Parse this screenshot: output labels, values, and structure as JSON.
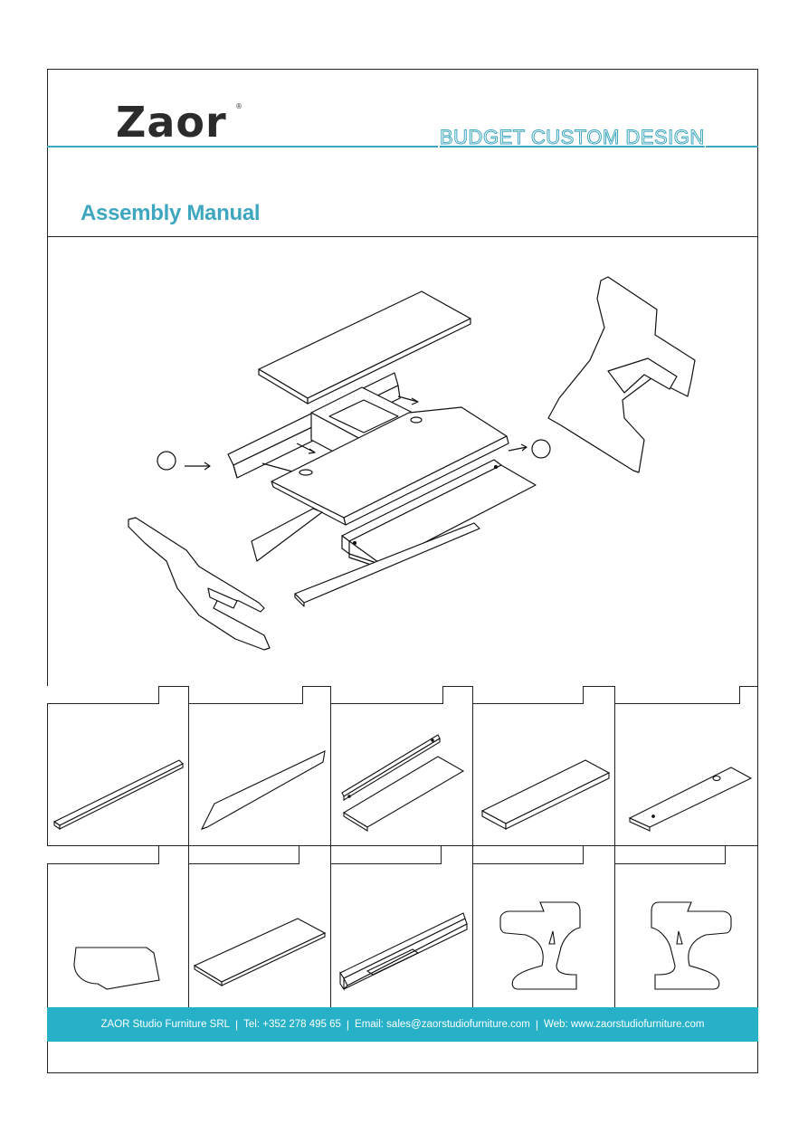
{
  "header": {
    "logo_text": "Zaor",
    "logo_mark": "®",
    "tagline": "BUDGET CUSTOM DESIGN",
    "title": "Assembly Manual"
  },
  "diagram": {
    "callouts": [
      "",
      ""
    ]
  },
  "parts": [
    {
      "label": ""
    },
    {
      "label": ""
    },
    {
      "label": ""
    },
    {
      "label": ""
    },
    {
      "label": ""
    },
    {
      "label": ""
    },
    {
      "label": ""
    },
    {
      "label": ""
    },
    {
      "label": ""
    },
    {
      "label": ""
    }
  ],
  "footer": {
    "company": "ZAOR Studio Furniture SRL",
    "tel": "Tel: +352 278 495 65",
    "email": "Email: sales@zaorstudiofurniture.com",
    "web": "Web: www.zaorstudiofurniture.com"
  },
  "colors": {
    "accent": "#3ea7bf",
    "footer_bg": "#27b1c9",
    "line": "#222222"
  }
}
